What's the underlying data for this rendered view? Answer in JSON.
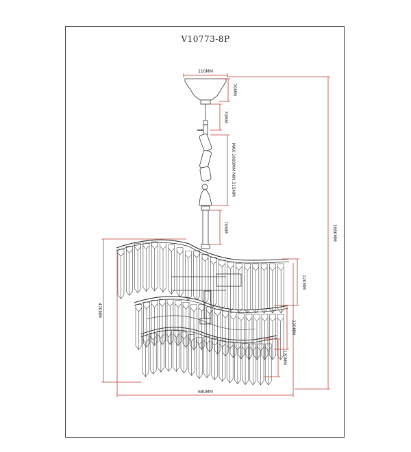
{
  "drawing": {
    "title": "V10773-8P"
  },
  "dimensions": {
    "canopy_width": "110MM",
    "canopy_height": "70MM",
    "hook_height": "70MM",
    "chain_length": "MAX:1000MM MIN:315MM",
    "rod_length": "70MM",
    "total_height": "1680MM",
    "body_height": "470MM",
    "body_width": "680MM",
    "tier_top": "120MM",
    "tier_middle": "120MM",
    "tier_bottom": "120MM"
  },
  "colors": {
    "dimension_line": "#c0392b",
    "outline": "#333333"
  }
}
